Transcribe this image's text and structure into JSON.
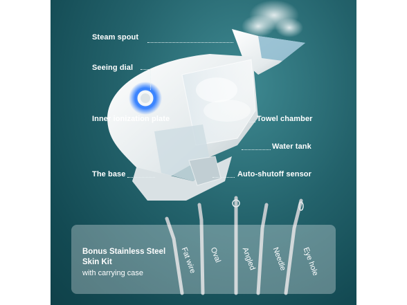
{
  "callouts": {
    "steam_spout": "Steam spout",
    "seeing_dial": "Seeing dial",
    "inner_ionization_plate": "Inner ionization plate",
    "towel_chamber": "Towel chamber",
    "water_tank": "Water tank",
    "the_base": "The base",
    "auto_shutoff_sensor": "Auto-shutoff sensor"
  },
  "kit": {
    "title": "Bonus Stainless Steel Skin Kit",
    "subtitle": "with carrying case",
    "tools": [
      "Fat wire",
      "Oval",
      "Angled",
      "Needle",
      "Eye hole"
    ]
  },
  "colors": {
    "background_teal": "#23626b",
    "dial_glow": "#2f7dff",
    "device_white": "#eef2f3"
  }
}
